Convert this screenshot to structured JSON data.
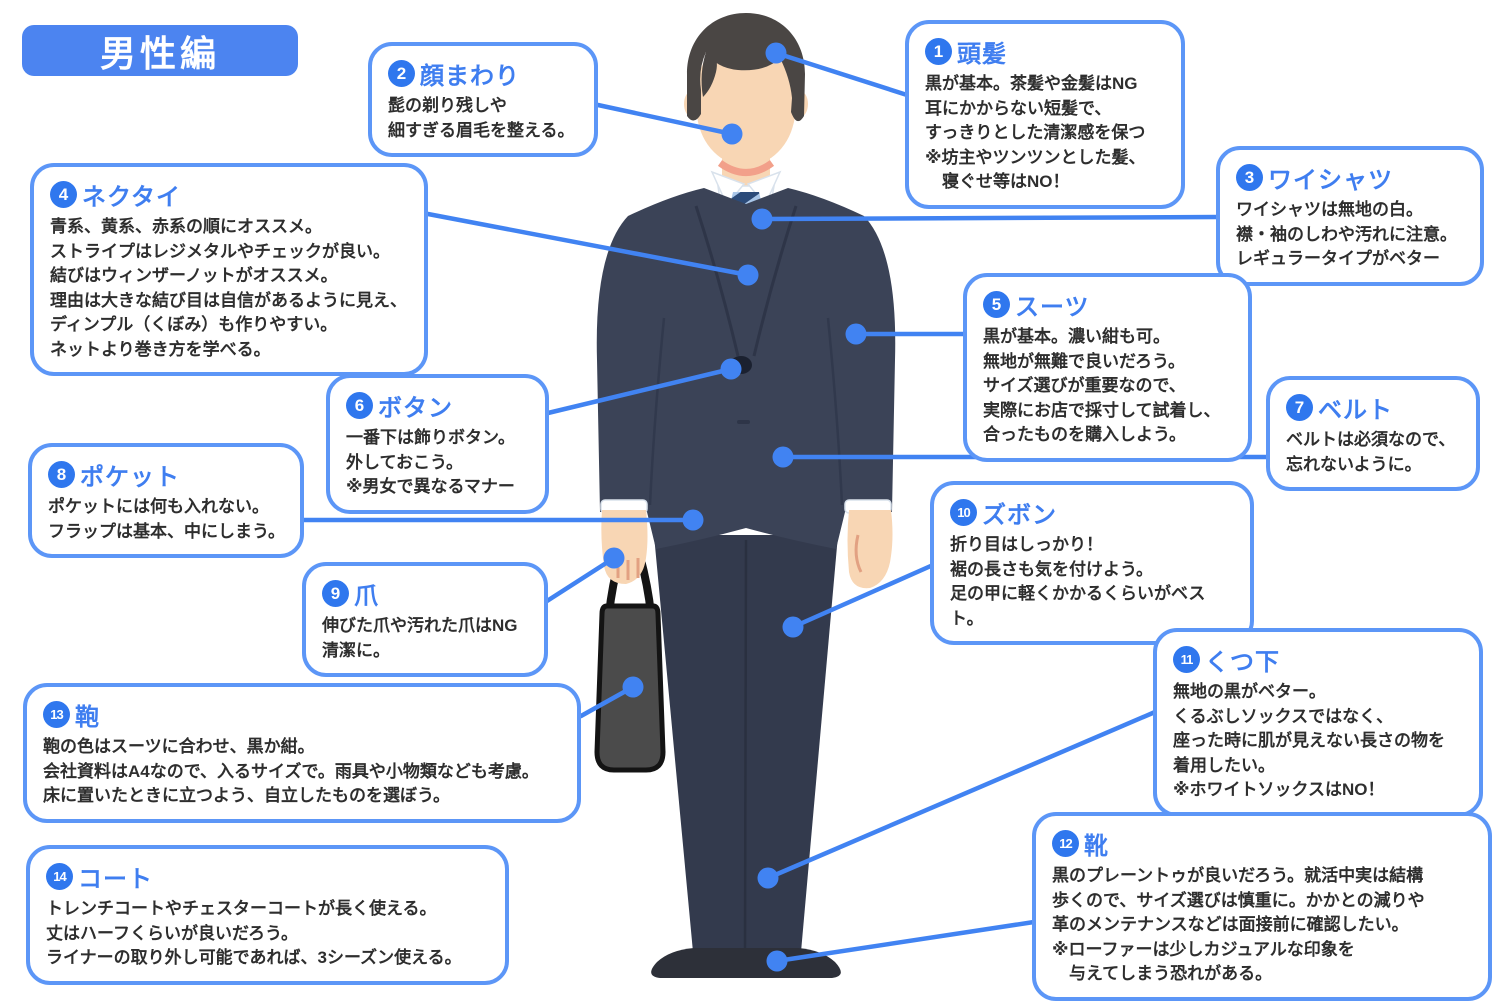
{
  "title": "男性編",
  "colors": {
    "accent": "#4183F2",
    "border": "#5C96F7",
    "heading": "#3F7EF0",
    "num_circle": "#2F77EE",
    "badge_bg": "#4C84F0",
    "badge_text": "#FFFFFF",
    "body_text": "#2E2E2E",
    "suit": "#3B4357",
    "suit_line": "#2E3548",
    "pants": "#333A4D",
    "skin": "#F8D6B4",
    "skin_shadow": "#F2A08A",
    "hair": "#4A4644",
    "shirt": "#FFFFFF",
    "tie": "#2C4B79",
    "tie_stripe": "#A9C6E8",
    "bag": "#4B4B4B",
    "bag_outline": "#141414",
    "shoes": "#2D3039",
    "button": "#1B2130"
  },
  "callouts": [
    {
      "number": "1",
      "heading": "頭髪",
      "body": "黒が基本。茶髪や金髪はNG\n耳にかからない短髪で、\nすっきりとした清潔感を保つ\n※坊主やツンツンとした髪、\n　寝ぐせ等はNO！"
    },
    {
      "number": "2",
      "heading": "顔まわり",
      "body": "髭の剃り残しや\n細すぎる眉毛を整える。"
    },
    {
      "number": "3",
      "heading": "ワイシャツ",
      "body": "ワイシャツは無地の白。\n襟・袖のしわや汚れに注意。\nレギュラータイプがベター"
    },
    {
      "number": "4",
      "heading": "ネクタイ",
      "body": "青系、黄系、赤系の順にオススメ。\nストライプはレジメタルやチェックが良い。\n結びはウィンザーノットがオススメ。\n理由は大きな結び目は自信があるように見え、\nディンプル（くぼみ）も作りやすい。\nネットより巻き方を学べる。"
    },
    {
      "number": "5",
      "heading": "スーツ",
      "body": "黒が基本。濃い紺も可。\n無地が無難で良いだろう。\nサイズ選びが重要なので、\n実際にお店で採寸して試着し、\n合ったものを購入しよう。"
    },
    {
      "number": "6",
      "heading": "ボタン",
      "body": "一番下は飾りボタン。\n外しておこう。\n※男女で異なるマナー"
    },
    {
      "number": "7",
      "heading": "ベルト",
      "body": "ベルトは必須なので、\n忘れないように。"
    },
    {
      "number": "8",
      "heading": "ポケット",
      "body": "ポケットには何も入れない。\nフラップは基本、中にしまう。"
    },
    {
      "number": "9",
      "heading": "爪",
      "body": "伸びた爪や汚れた爪はNG\n清潔に。"
    },
    {
      "number": "10",
      "heading": "ズボン",
      "body": "折り目はしっかり！\n裾の長さも気を付けよう。\n足の甲に軽くかかるくらいがベスト。"
    },
    {
      "number": "11",
      "heading": "くつ下",
      "body": "無地の黒がベター。\nくるぶしソックスではなく、\n座った時に肌が見えない長さの物を\n着用したい。\n※ホワイトソックスはNO！"
    },
    {
      "number": "12",
      "heading": "靴",
      "body": "黒のプレーントゥが良いだろう。就活中実は結構\n歩くので、サイズ選びは慎重に。かかとの減りや\n革のメンテナンスなどは面接前に確認したい。\n※ローファーは少しカジュアルな印象を\n　与えてしまう恐れがある。"
    },
    {
      "number": "13",
      "heading": "鞄",
      "body": "鞄の色はスーツに合わせ、黒か紺。\n会社資料はA4なので、入るサイズで。雨具や小物類なども考慮。\n床に置いたときに立つよう、自立したものを選ぼう。"
    },
    {
      "number": "14",
      "heading": "コート",
      "body": "トレンチコートやチェスターコートが長く使える。\n丈はハーフくらいが良いだろう。\nライナーの取り外し可能であれば、3シーズン使える。"
    }
  ]
}
